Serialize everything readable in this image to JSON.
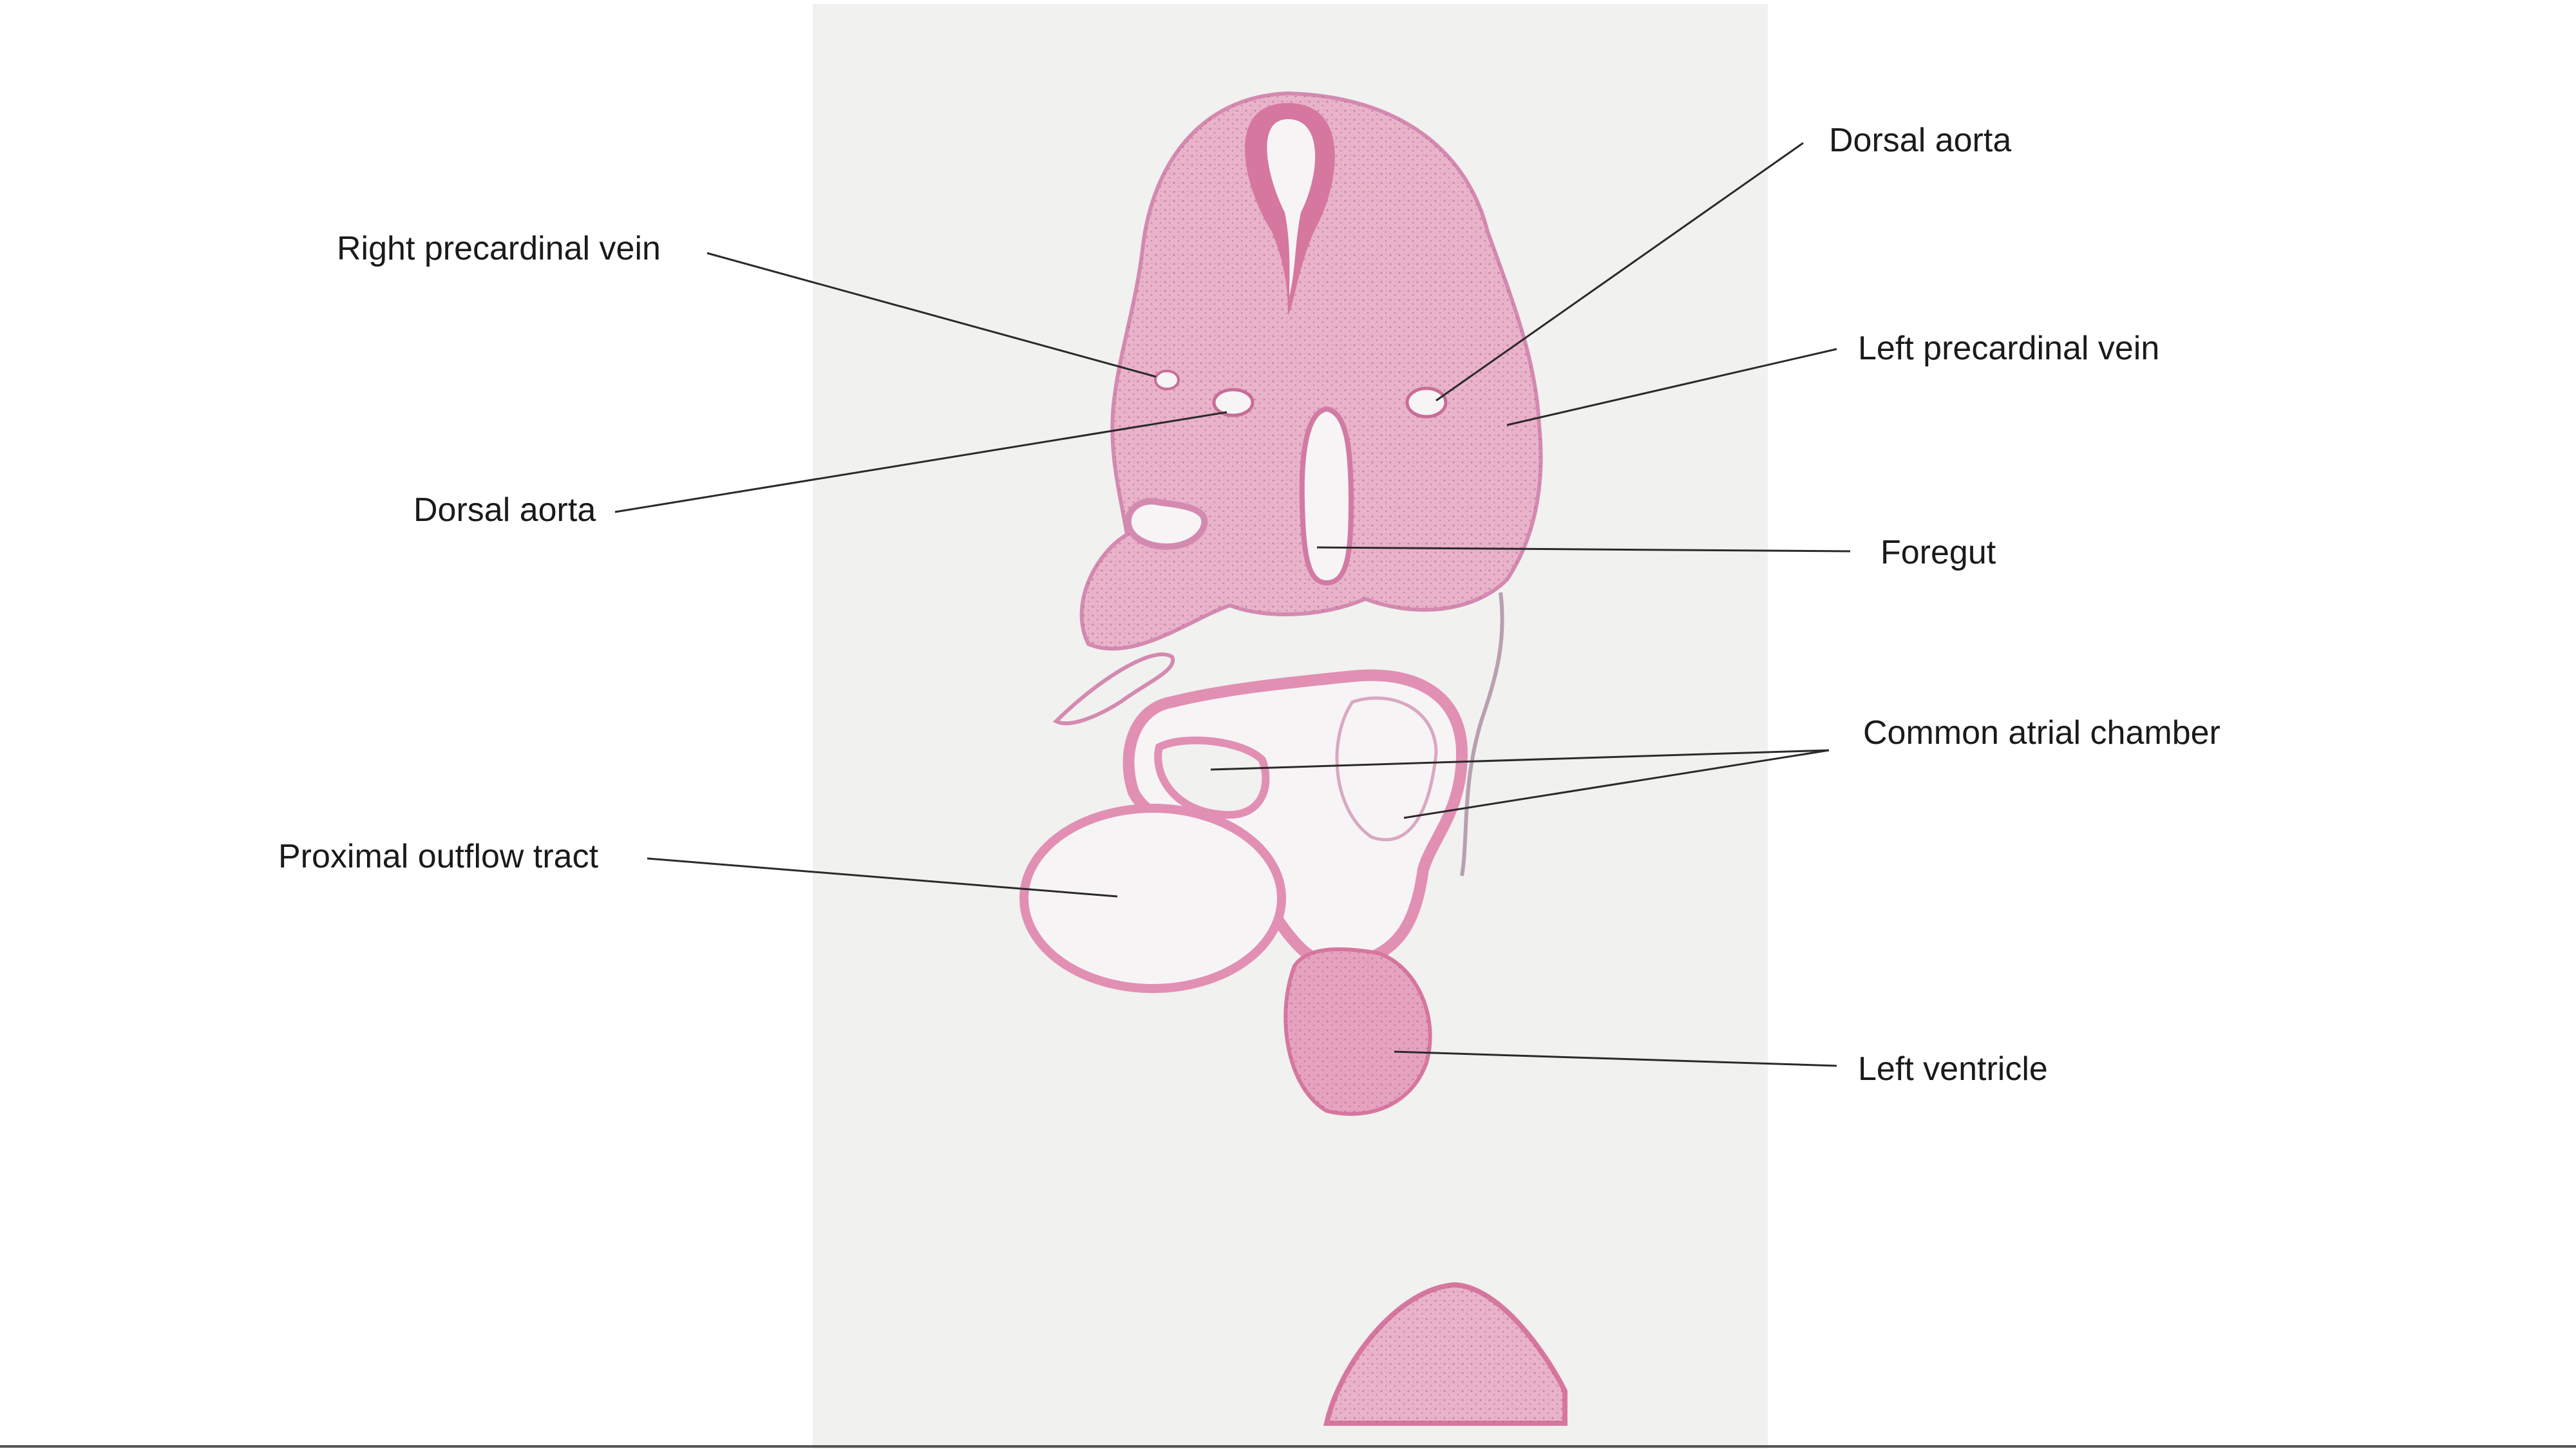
{
  "labels": {
    "right_precardinal_vein": "Right precardinal vein",
    "dorsal_aorta_left": "Dorsal aorta",
    "dorsal_aorta_right": "Dorsal aorta",
    "left_precardinal_vein": "Left precardinal vein",
    "foregut": "Foregut",
    "common_atrial_chamber": "Common atrial chamber",
    "proximal_outflow_tract": "Proximal outflow tract",
    "left_ventricle": "Left ventricle"
  },
  "colors": {
    "slide_background": "#f1f1ef",
    "tissue_pink": "#e6a3c0",
    "tissue_dark": "#d6779f",
    "lumen": "#f7f4f6",
    "leader_line": "#2a2a2a"
  }
}
